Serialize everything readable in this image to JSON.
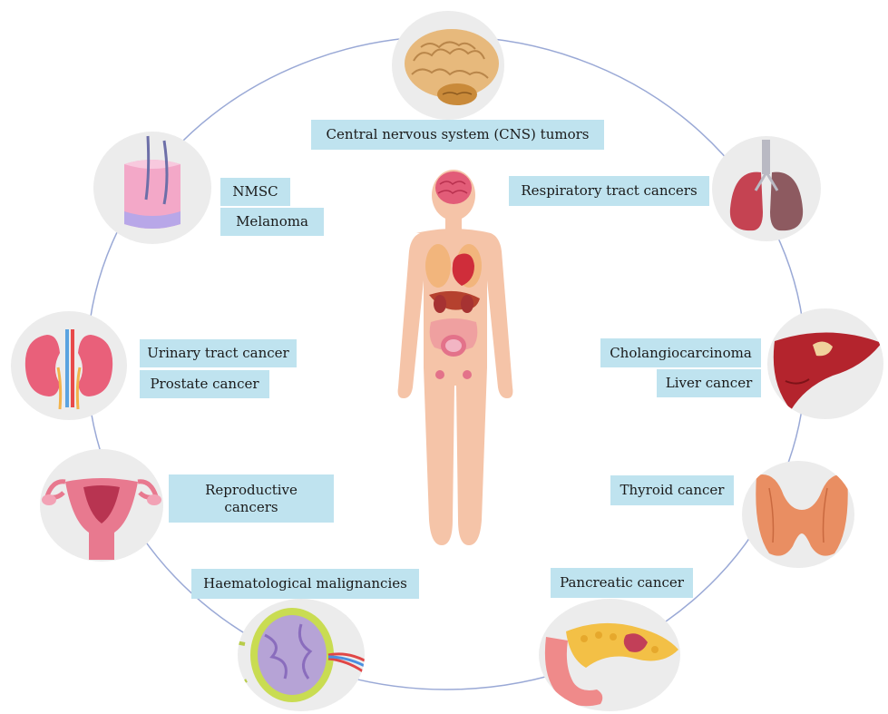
{
  "labels": {
    "cns": "Central nervous system (CNS) tumors",
    "nmsc": "NMSC",
    "melanoma": "Melanoma",
    "respiratory": "Respiratory tract cancers",
    "urinary": "Urinary tract cancer",
    "prostate": "Prostate cancer",
    "cholangio": "Cholangiocarcinoma",
    "liver": "Liver cancer",
    "reproductive": "Reproductive cancers",
    "thyroid": "Thyroid cancer",
    "haem": "Haematological malignancies",
    "pancreatic": "Pancreatic cancer"
  },
  "organs": [
    "brain-icon",
    "skin-icon",
    "lungs-icon",
    "kidneys-icon",
    "liver-icon",
    "uterus-icon",
    "thyroid-icon",
    "lymph-node-icon",
    "pancreas-icon",
    "human-body-figure"
  ],
  "colors": {
    "label_bg": "#bfe3ef",
    "ring": "#9aa9d6",
    "organ_bg": "#ececec",
    "body": "#f5c4a8"
  }
}
